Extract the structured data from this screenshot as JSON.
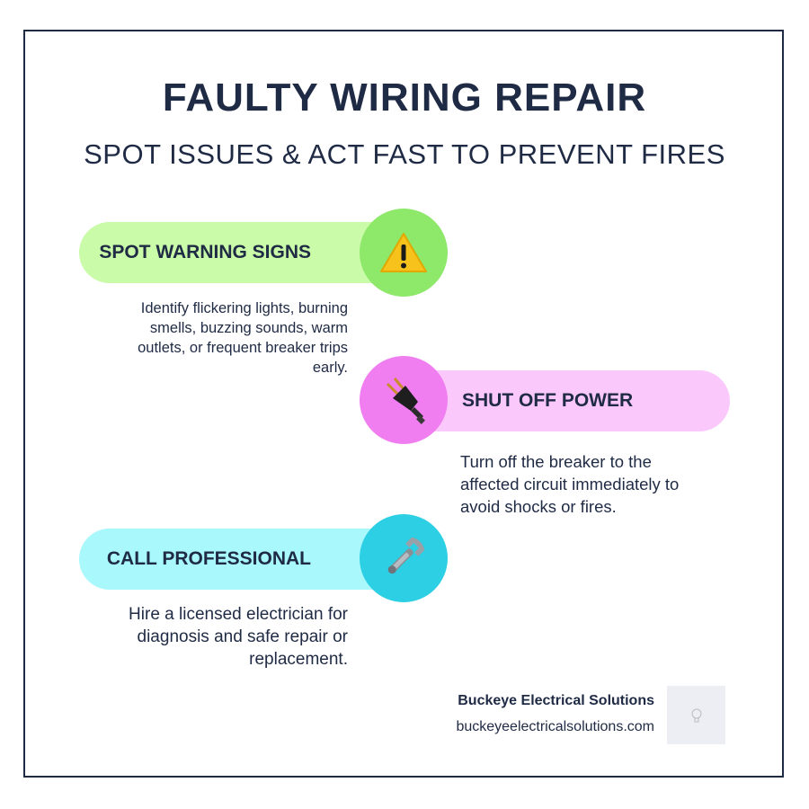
{
  "title": "FAULTY WIRING REPAIR",
  "subtitle": "SPOT ISSUES & ACT FAST TO PREVENT FIRES",
  "steps": [
    {
      "label": "SPOT WARNING SIGNS",
      "description": "Identify flickering lights, burning smells, buzzing sounds, warm outlets, or frequent breaker trips early.",
      "icon": "warning-icon",
      "pill_color": "#c9fba8",
      "circle_color": "#8ee86a"
    },
    {
      "label": "SHUT OFF POWER",
      "description": "Turn off the breaker to the affected circuit immediately to avoid shocks or fires.",
      "icon": "plug-icon",
      "pill_color": "#fbc8fb",
      "circle_color": "#f07ef0"
    },
    {
      "label": "CALL PROFESSIONAL",
      "description": "Hire a licensed electrician for diagnosis and safe repair or replacement.",
      "icon": "wrench-icon",
      "pill_color": "#a8f8fc",
      "circle_color": "#2ccfe3"
    }
  ],
  "footer": {
    "brand_name": "Buckeye Electrical Solutions",
    "website": "buckeyeelectricalsolutions.com"
  },
  "colors": {
    "text": "#1f2a44",
    "border": "#1f2a44"
  }
}
